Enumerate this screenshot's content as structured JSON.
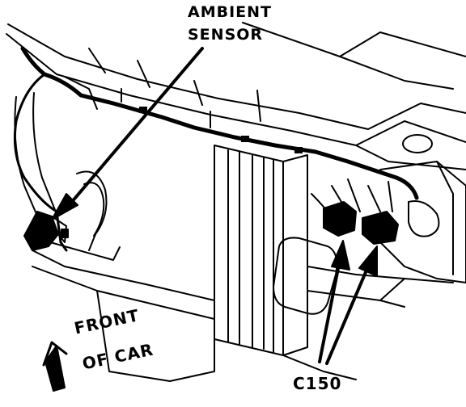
{
  "labels": {
    "ambient_line1": "AMBIENT",
    "ambient_line2": "SENSOR",
    "front_line1": "FRONT",
    "front_line2": "OF CAR",
    "connector": "C150"
  },
  "colors": {
    "ink": "#000000",
    "paper": "#ffffff"
  }
}
